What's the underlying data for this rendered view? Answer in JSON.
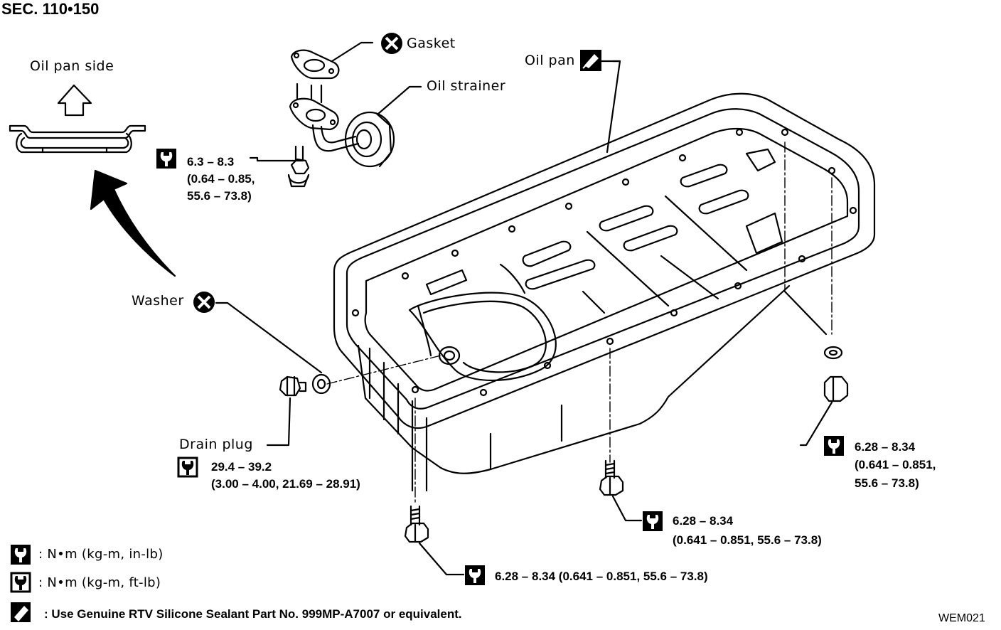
{
  "section": "SEC. 110•150",
  "figure_id": "WEM021",
  "oil_pan_side_label": "Oil pan side",
  "parts": {
    "gasket": "Gasket",
    "oil_strainer": "Oil strainer",
    "oil_pan": "Oil pan",
    "washer": "Washer",
    "drain_plug": "Drain plug"
  },
  "torques": {
    "strainer_bolt": [
      "6.3 – 8.3",
      "(0.64 – 0.85,",
      "55.6 – 73.8)"
    ],
    "drain_plug": [
      "29.4 – 39.2",
      "(3.00 – 4.00, 21.69 – 28.91)"
    ],
    "nut_right": [
      "6.28 – 8.34",
      "(0.641 – 0.851,",
      "55.6 – 73.8)"
    ],
    "bolt_center": [
      "6.28 – 8.34",
      "(0.641 – 0.851, 55.6 – 73.8)"
    ],
    "bolt_bottom": "6.28 – 8.34 (0.641 – 0.851, 55.6 – 73.8)"
  },
  "legend": [
    {
      "icon": "torque-wrench-in-lb-icon",
      "text": ":  N•m  (kg-m,  in-lb)"
    },
    {
      "icon": "torque-wrench-ft-lb-icon",
      "text": ":  N•m  (kg-m,  ft-lb)"
    },
    {
      "icon": "sealant-icon",
      "text": ": Use Genuine RTV Silicone Sealant Part No. 999MP-A7007 or equivalent."
    }
  ]
}
